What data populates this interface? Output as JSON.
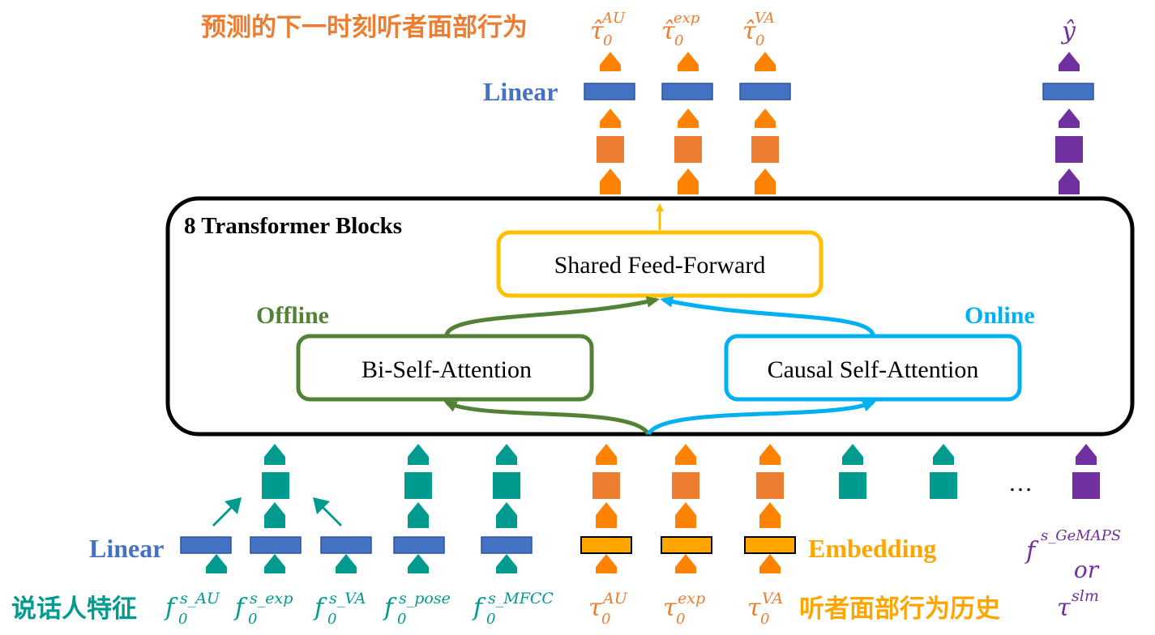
{
  "colors": {
    "teal": "#009a8e",
    "orange": "#ed7d31",
    "bright_orange": "#ff8200",
    "embed_fill": "#ffa500",
    "blue_fill": "#4472c4",
    "blue_text": "#4472c4",
    "green": "#538135",
    "cyan": "#00b0f0",
    "yellow": "#ffc000",
    "purple": "#7030a0",
    "black": "#000000"
  },
  "diagram": {
    "top_title": "预测的下一时刻听者面部行为",
    "outputs": {
      "au": "τ̂",
      "au_sub": "0",
      "au_sup": "AU",
      "exp": "τ̂",
      "exp_sub": "0",
      "exp_sup": "exp",
      "va": "τ̂",
      "va_sub": "0",
      "va_sup": "VA",
      "y_hat": "ŷ"
    },
    "linear_top": "Linear",
    "linear_bottom": "Linear",
    "transformer_title": "8 Transformer Blocks",
    "shared_ff": "Shared Feed-Forward",
    "offline": "Offline",
    "online": "Online",
    "bi_attention": "Bi-Self-Attention",
    "causal_attention": "Causal Self-Attention",
    "ellipsis": "…",
    "embedding": "Embedding",
    "speaker_features_label": "说话人特征",
    "listener_history_label": "听者面部行为历史",
    "speaker_inputs": [
      {
        "base": "f",
        "sub": "0",
        "sup": "s_AU"
      },
      {
        "base": "f",
        "sub": "0",
        "sup": "s_exp"
      },
      {
        "base": "f",
        "sub": "0",
        "sup": "s_VA"
      },
      {
        "base": "f",
        "sub": "0",
        "sup": "s_pose"
      },
      {
        "base": "f",
        "sub": "0",
        "sup": "s_MFCC"
      }
    ],
    "listener_inputs": [
      {
        "base": "τ",
        "sub": "0",
        "sup": "AU"
      },
      {
        "base": "τ",
        "sub": "0",
        "sup": "exp"
      },
      {
        "base": "τ",
        "sub": "0",
        "sup": "VA"
      }
    ],
    "extra_input_top": {
      "base": "f",
      "sup": "s_GeMAPS"
    },
    "extra_input_or": "or",
    "extra_input_bottom": {
      "base": "τ",
      "sup": "slm"
    }
  }
}
